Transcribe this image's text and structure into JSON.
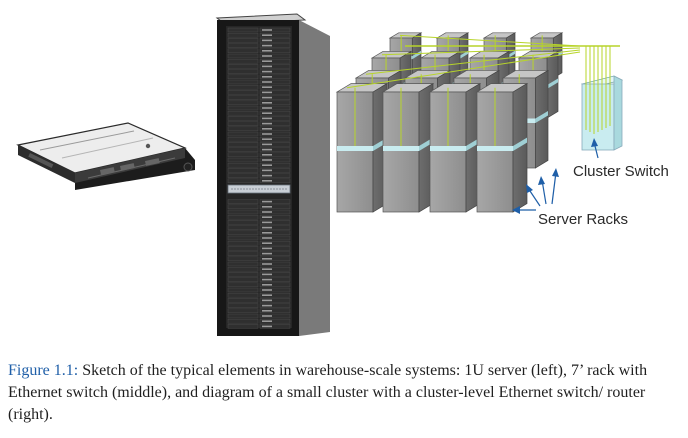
{
  "figure": {
    "labels": {
      "cluster_switch": "Cluster Switch",
      "server_racks": "Server Racks"
    }
  },
  "caption": {
    "label": "Figure 1.1:",
    "text": " Sketch of the typical elements in warehouse-scale systems: 1U server (left), 7’ rack with Ethernet switch (middle), and diagram of a small cluster with a cluster-level Ethernet switch/ router (right)."
  },
  "colors": {
    "accent_blue": "#1f5fa8",
    "cable_green": "#b7d42a",
    "switch_cyan": "#c9ecf0",
    "rack_gray": "#a9a9a9"
  }
}
